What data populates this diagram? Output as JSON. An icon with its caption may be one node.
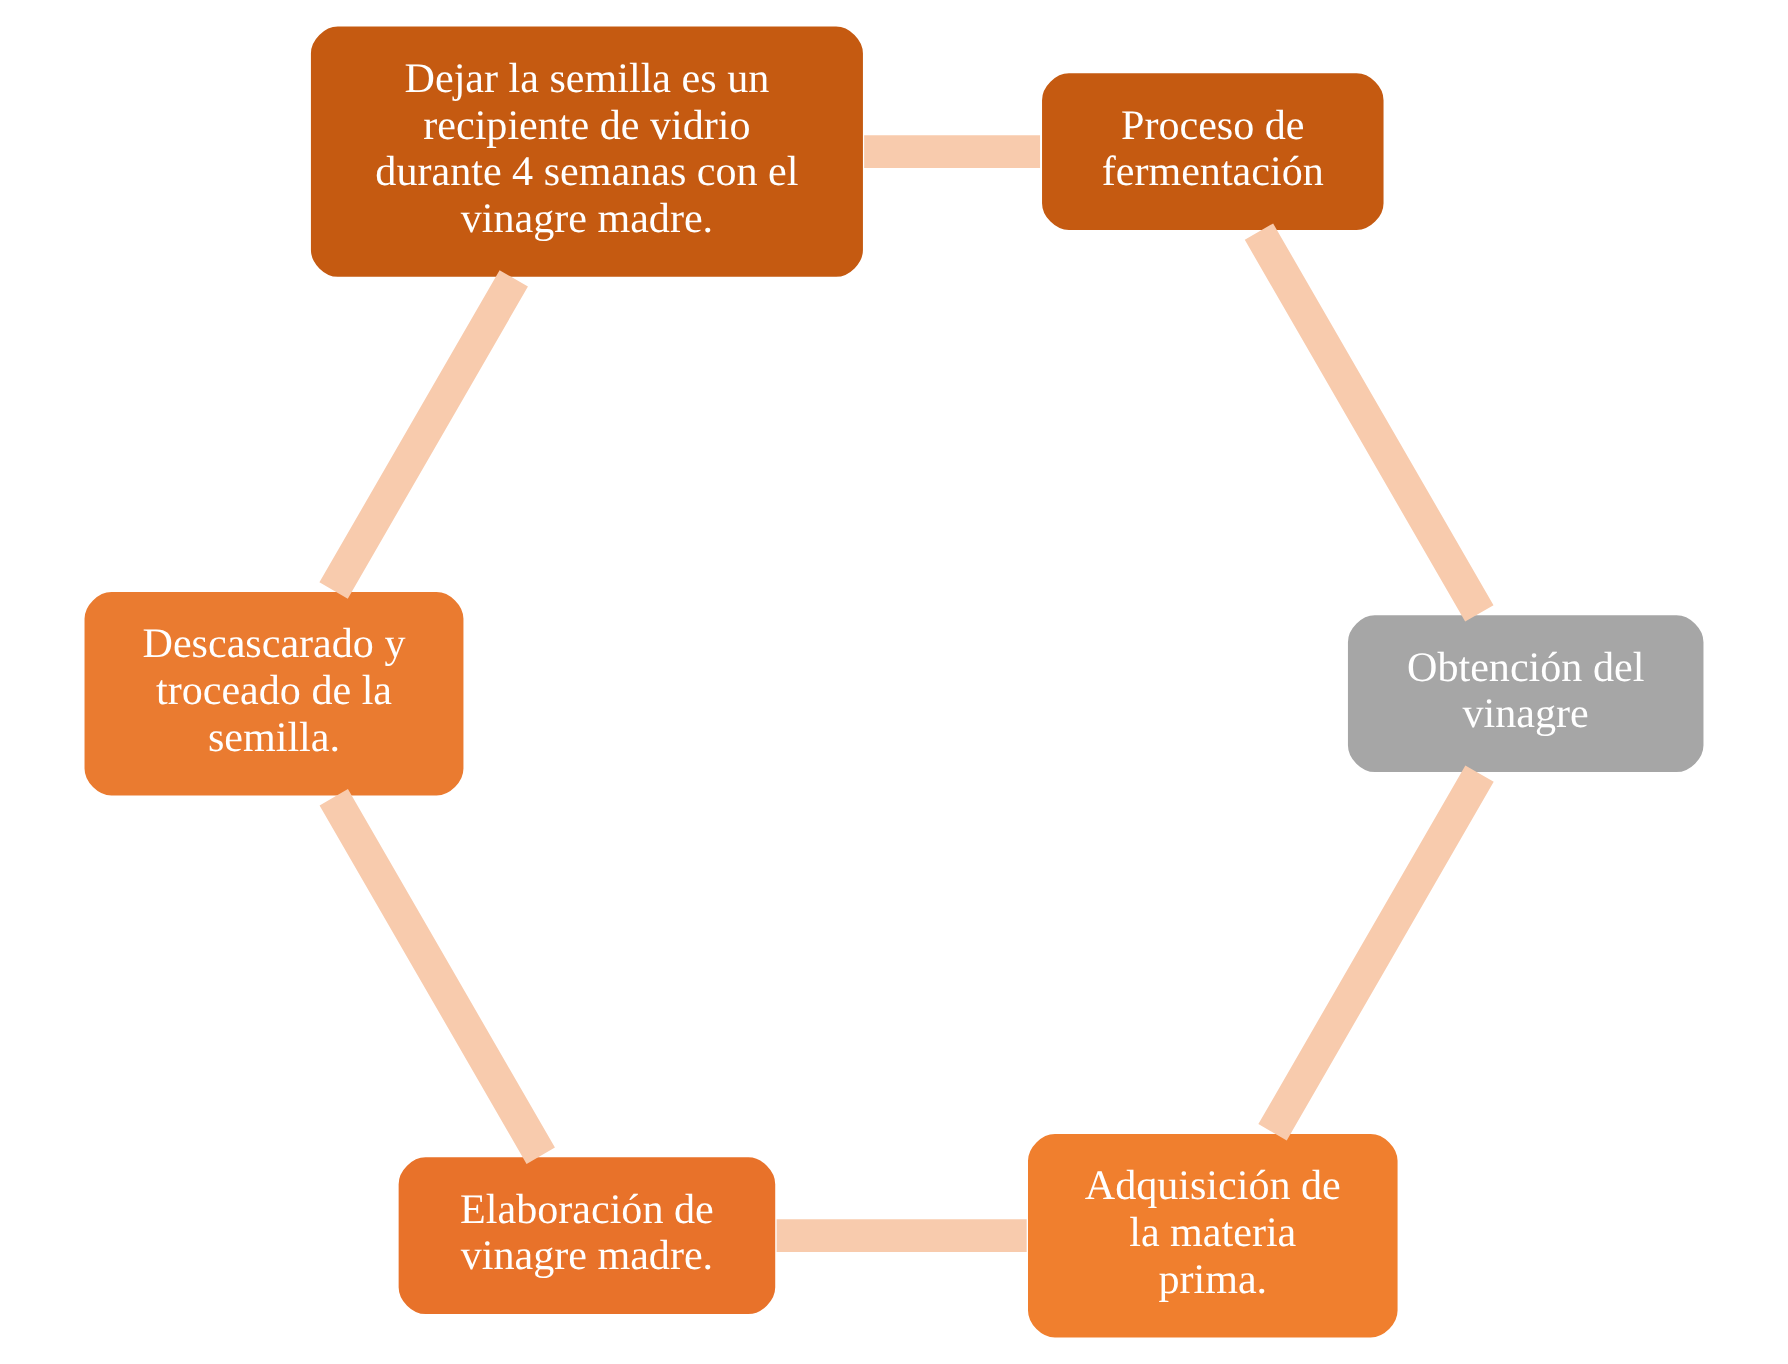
{
  "diagram": {
    "nodes": [
      {
        "text": [
          "Adquisición de la materia prima."
        ]
      },
      {
        "text": [
          "Elaboración de vinagre madre."
        ]
      },
      {
        "text": [
          "Descascarado y troceado de la semilla."
        ]
      },
      {
        "text": [
          "Dejar la semilla es un recipiente de vidrio durante 4 semanas con el vinagre madre."
        ]
      },
      {
        "text": [
          "Proceso de fermentación"
        ]
      },
      {
        "text": [
          "Obtención del vinagre"
        ]
      }
    ],
    "edges": [
      {
        "from": 0,
        "to": 1,
        "arrow": "none"
      },
      {
        "from": 1,
        "to": 2,
        "arrow": "none"
      },
      {
        "from": 2,
        "to": 3,
        "arrow": "none"
      },
      {
        "from": 3,
        "to": 4,
        "arrow": "none"
      },
      {
        "from": 4,
        "to": 5,
        "arrow": "none"
      },
      {
        "from": 5,
        "to": 0,
        "arrow": "none"
      }
    ]
  }
}
